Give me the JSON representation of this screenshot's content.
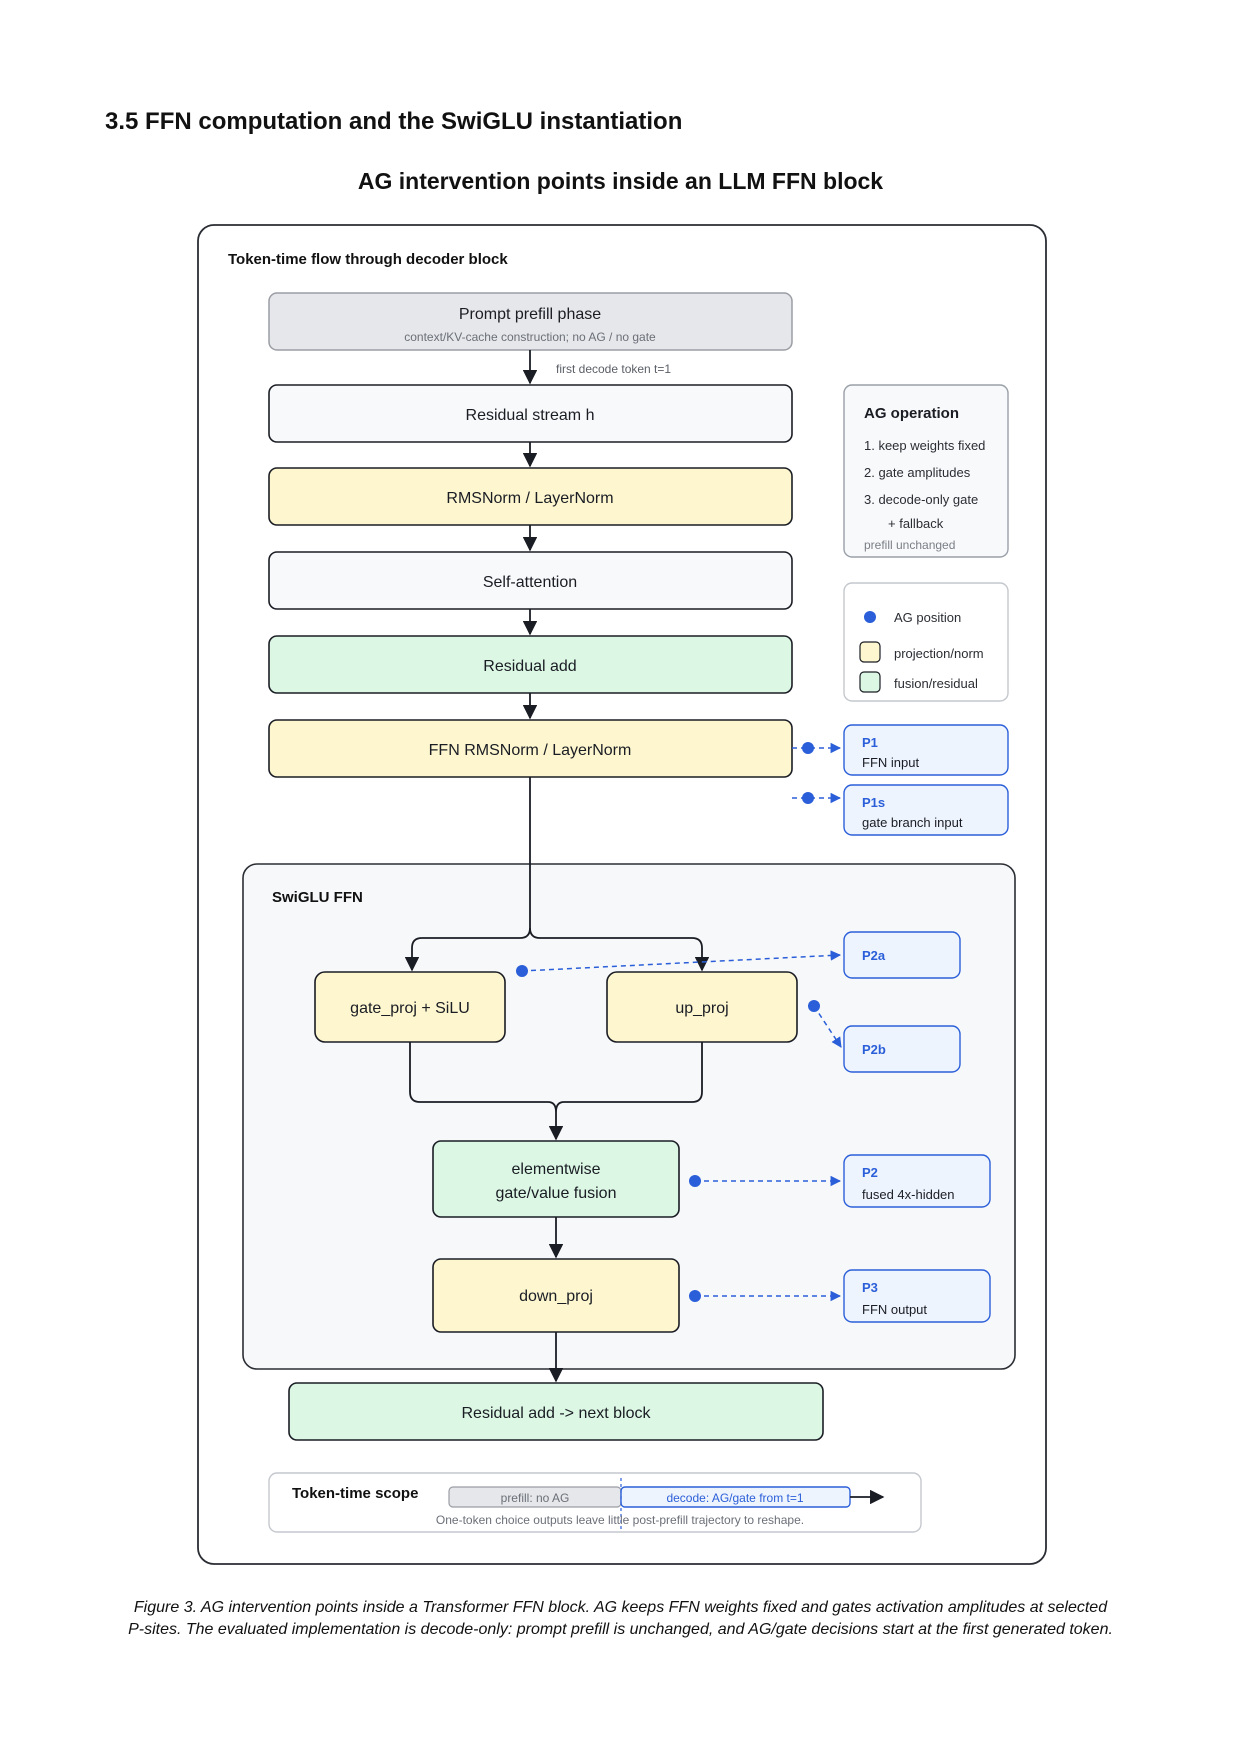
{
  "section_heading": "3.5 FFN computation and the SwiGLU instantiation",
  "figure_title": "AG intervention points inside an LLM FFN block",
  "panel_title": "Token-time flow through decoder block",
  "flow": {
    "prefill_title": "Prompt prefill phase",
    "prefill_sub": "context/KV-cache construction; no AG / no gate",
    "first_decode": "first decode token t=1",
    "residual_stream": "Residual stream h",
    "norm1": "RMSNorm / LayerNorm",
    "self_attention": "Self-attention",
    "residual_add": "Residual add",
    "ffn_norm": "FFN RMSNorm / LayerNorm"
  },
  "ag_operation": {
    "title": "AG operation",
    "items": [
      "1. keep weights fixed",
      "2. gate amplitudes",
      "3. decode-only gate",
      "+ fallback"
    ],
    "note": "prefill unchanged"
  },
  "legend": {
    "ag_position": "AG position",
    "projection": "projection/norm",
    "fusion": "fusion/residual"
  },
  "swiglu": {
    "title": "SwiGLU FFN",
    "gate_proj": "gate_proj + SiLU",
    "up_proj": "up_proj",
    "fusion_line1": "elementwise",
    "fusion_line2": "gate/value fusion",
    "down_proj": "down_proj"
  },
  "residual_next": "Residual add -> next block",
  "psites": {
    "p1": {
      "label": "P1",
      "desc": "FFN input"
    },
    "p1s": {
      "label": "P1s",
      "desc": "gate branch input"
    },
    "p2a": {
      "label": "P2a"
    },
    "p2b": {
      "label": "P2b"
    },
    "p2": {
      "label": "P2",
      "desc": "fused 4x-hidden"
    },
    "p3": {
      "label": "P3",
      "desc": "FFN output"
    }
  },
  "scope": {
    "title": "Token-time scope",
    "prefill": "prefill: no AG",
    "decode": "decode: AG/gate from t=1",
    "note": "One-token choice outputs leave little post-prefill trajectory to reshape."
  },
  "caption_line1": "Figure 3. AG intervention points inside a Transformer FFN block. AG keeps FFN weights fixed and gates activation amplitudes at selected",
  "caption_line2": "P-sites. The evaluated implementation is decode-only: prompt prefill is unchanged, and AG/gate decisions start at the first generated token.",
  "colors": {
    "ag_blue": "#2b5fd9",
    "projection_fill": "#fdf6cf",
    "fusion_fill": "#dcf7e4",
    "prefill_fill": "#e6e7ea",
    "psite_fill": "#eef4fd"
  }
}
